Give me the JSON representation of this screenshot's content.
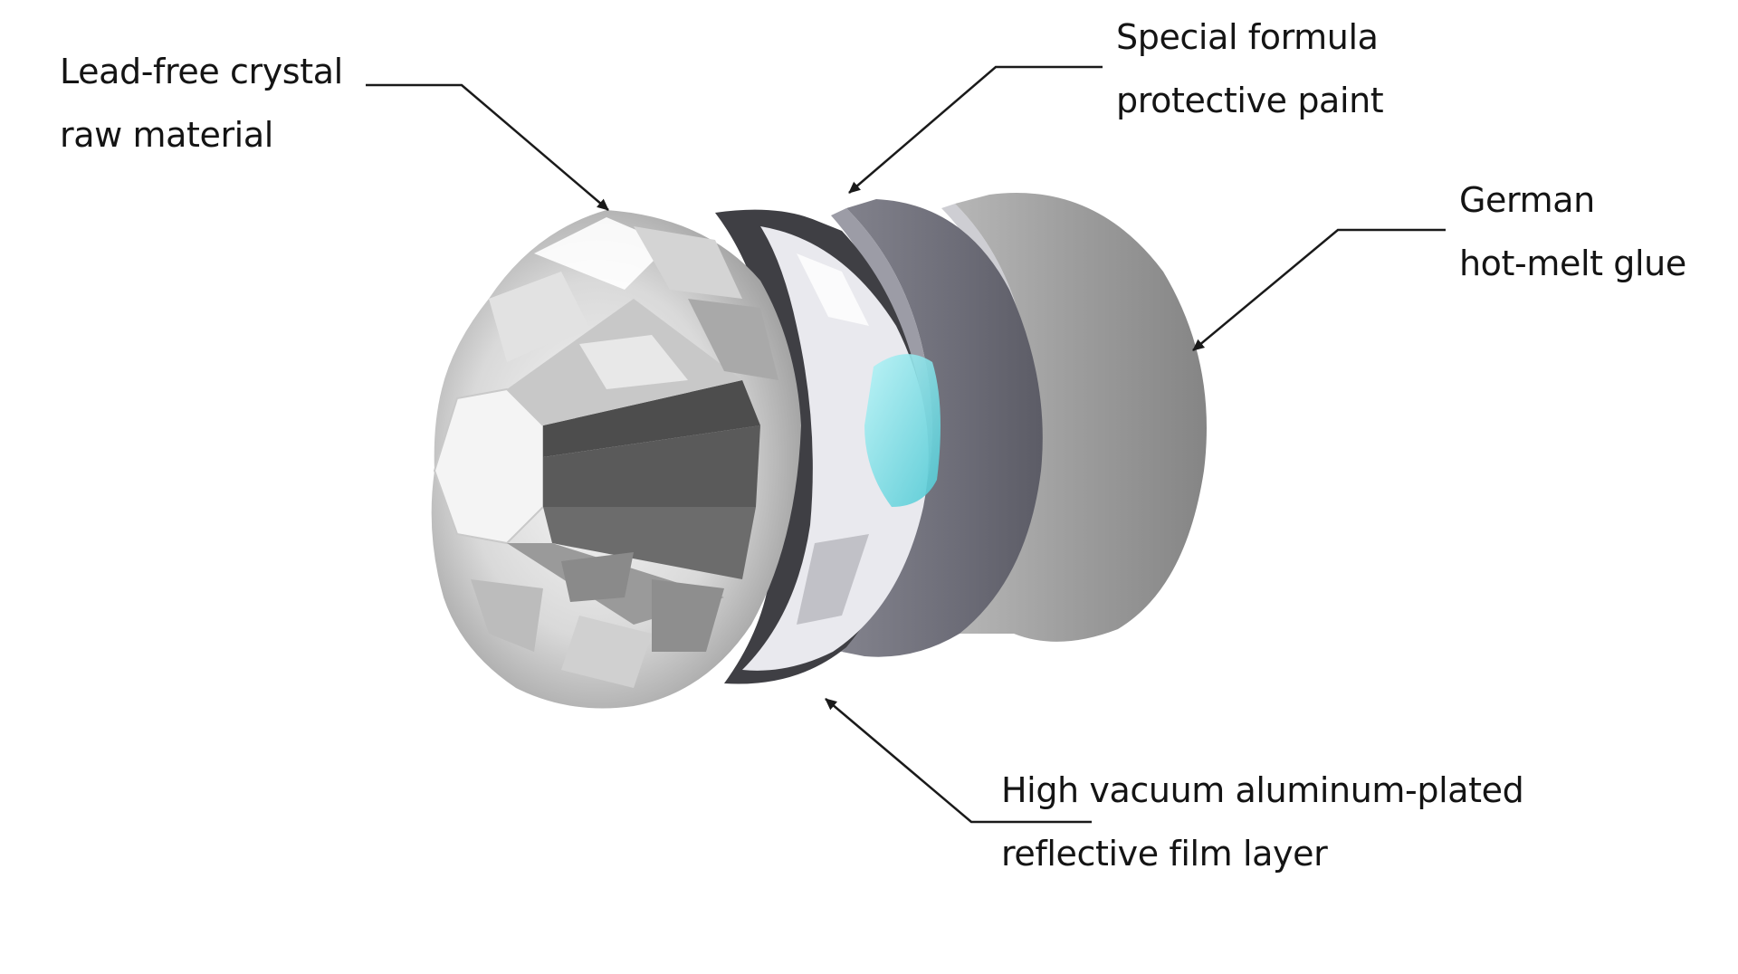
{
  "labels": {
    "crystal": {
      "line1": "Lead-free crystal",
      "line2": "raw material"
    },
    "paint": {
      "line1": "Special formula",
      "line2": "protective paint"
    },
    "glue": {
      "line1": "German",
      "line2": "hot-melt glue"
    },
    "film": {
      "line1": "High vacuum aluminum-plated",
      "line2": "reflective film layer"
    }
  },
  "colors": {
    "background": "#ffffff",
    "text": "#141414",
    "leader_line": "#1a1a1a",
    "glue_layer": "#9a9a9a",
    "paint_layer": "#6e6e78",
    "film_ring": "#4a4a4a",
    "crystal": "#e8e8e8",
    "crystal_tint": "#7fe3ea"
  }
}
